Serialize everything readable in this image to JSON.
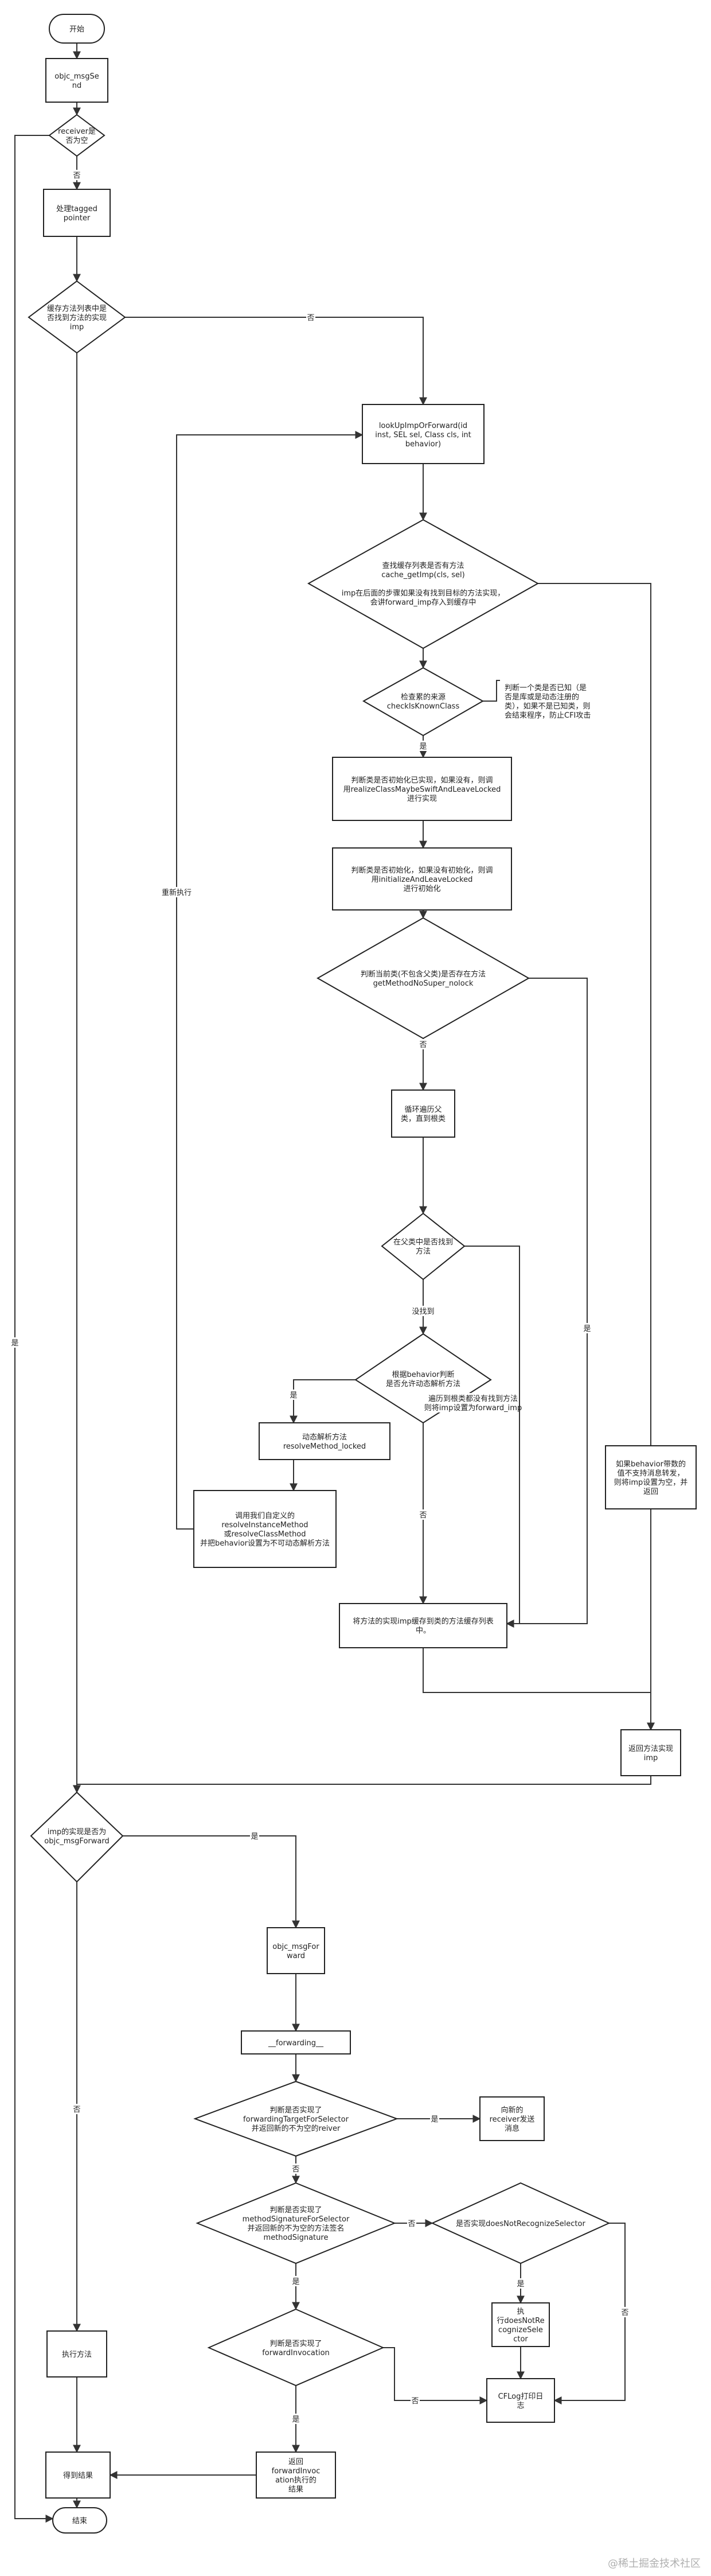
{
  "nodes": {
    "start": "开始",
    "msgsend": "objc_msgSe\nnd",
    "recv_nil": "receiver是\n否为空",
    "tagged": "处理tagged\npointer",
    "cache_check": "缓存方法列表中是\n否找到方法的实现\nimp",
    "lookup": "lookUpImpOrForward(id\ninst, SEL sel, Class cls, int\nbehavior)",
    "cache_find": "查找缓存列表是否有方法\ncache_getImp(cls, sel)\n\nimp在后面的步骤如果没有找到目标的方法实现，\n会讲forward_imp存入到缓存中",
    "check_class": "检查累的来源\ncheckIsKnownClass",
    "check_note": "判断一个类是否已知（是\n否是库或是动态注册的\n类），如果不是已知类，则\n会结束程序，防止CFI攻击",
    "realize": "判断类是否初始化已实现，如果没有，则调\n用realizeClassMaybeSwiftAndLeaveLocked\n进行实现",
    "initialize": "判断类是否初始化，如果没有初始化，则调\n用initializeAndLeaveLocked\n进行初始化",
    "cur_class": "判断当前类(不包含父类)是否存在方法\ngetMethodNoSuper_nolock",
    "loop_super": "循环遍历父\n类，直到根类",
    "super_found": "在父类中是否找到\n方法",
    "resolver_q": "根据behavior判断\n是否允许动态解析方法",
    "resolve_method": "动态解析方法\nresolveMethod_locked",
    "resolve_call": "调用我们自定义的\nresolveInstanceMethod\n或resolveClassMethod\n并把behavior设置为不可动态解析方法",
    "cache_fill": "将方法的实现imp缓存到类的方法缓存列表\n中。",
    "behavior_nil": "如果behavior带数的\n值不支持消息转发，\n则将imp设置为空，并\n返回",
    "return_imp": "返回方法实现\nimp",
    "imp_fwd": "imp的实现是否为\nobjc_msgForward",
    "msgforward": "objc_msgFor\nward",
    "forwarding": "__forwarding__",
    "fwd_target": "判断是否实现了\nforwardingTargetForSelector\n并返回新的不为空的reiver",
    "new_recv": "向新的\nreceiver发送\n消息",
    "method_sig": "判断是否实现了\nmethodSignatureForSelector\n并返回新的不为空的方法签名\nmethodSignature",
    "dnr_q": "是否实现doesNotRecognizeSelector",
    "exec_dnr": "执\n行doesNotRe\ncognizeSele\nctor",
    "fwd_inv_q": "判断是否实现了\nforwardInvocation",
    "cflog": "CFLog打印日\n志",
    "exec_method": "执行方法",
    "return_fwd": "返回\nforwardInvoc\nation执行的\n结果",
    "get_result": "得到结果",
    "end": "结束"
  },
  "labels": {
    "no": "否",
    "yes": "是",
    "not_found": "没找到",
    "re_exec": "重新执行",
    "fwd_imp_note": "遍历到根类都没有找到方法\n则将imp设置为forward_imp"
  },
  "watermark": "@稀土掘金技术社区"
}
